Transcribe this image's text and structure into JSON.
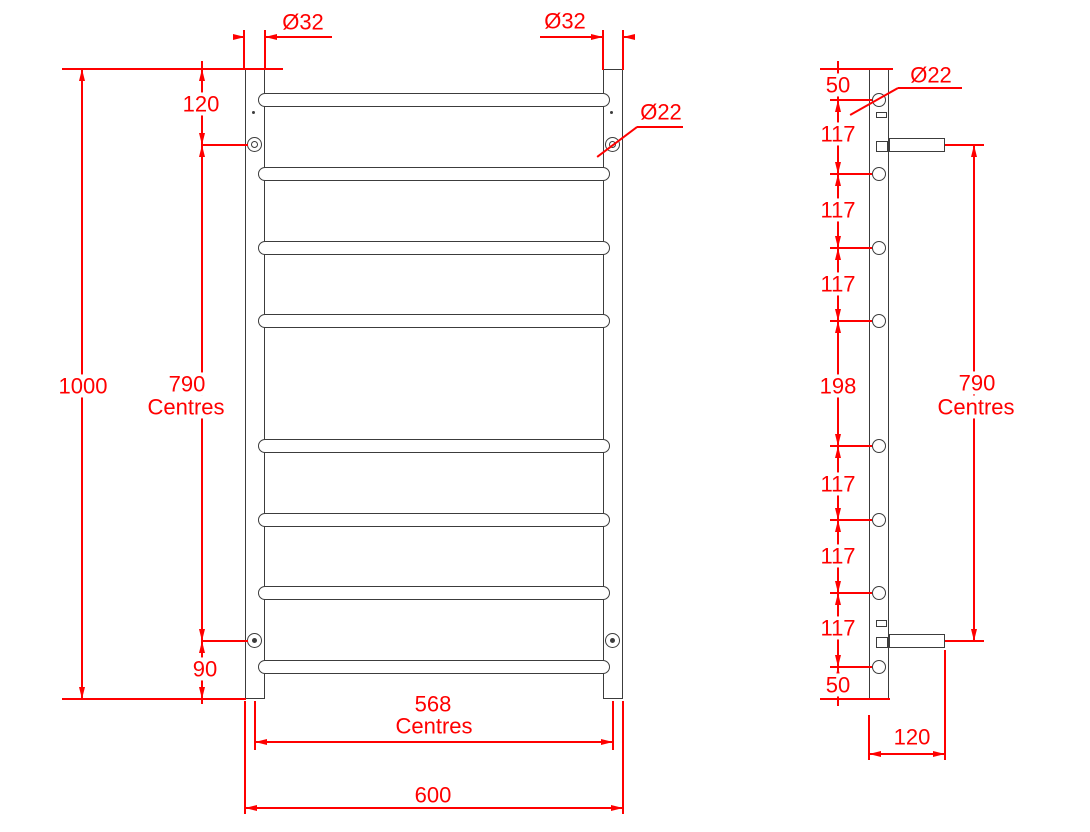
{
  "drawing_type": "towel-rail-technical-drawing",
  "colors": {
    "dimension_red": "#ff0000",
    "outline_ink": "#3c3c3c"
  },
  "front_view": {
    "labels": {
      "dia_top_left": "Ø32",
      "dia_top_right": "Ø32",
      "dia_bracket": "Ø22",
      "top_offset": "120",
      "overall_height": "1000",
      "bracket_centres": "790",
      "bracket_centres_unit": "Centres",
      "bottom_offset": "90",
      "rail_centres": "568",
      "rail_centres_unit": "Centres",
      "overall_width": "600"
    }
  },
  "side_view": {
    "labels": {
      "dia_rail": "Ø22",
      "chain": [
        "50",
        "117",
        "117",
        "117",
        "198",
        "117",
        "117",
        "117",
        "50"
      ],
      "bracket_centres": "790",
      "bracket_centres_unit": "Centres",
      "depth": "120"
    }
  }
}
